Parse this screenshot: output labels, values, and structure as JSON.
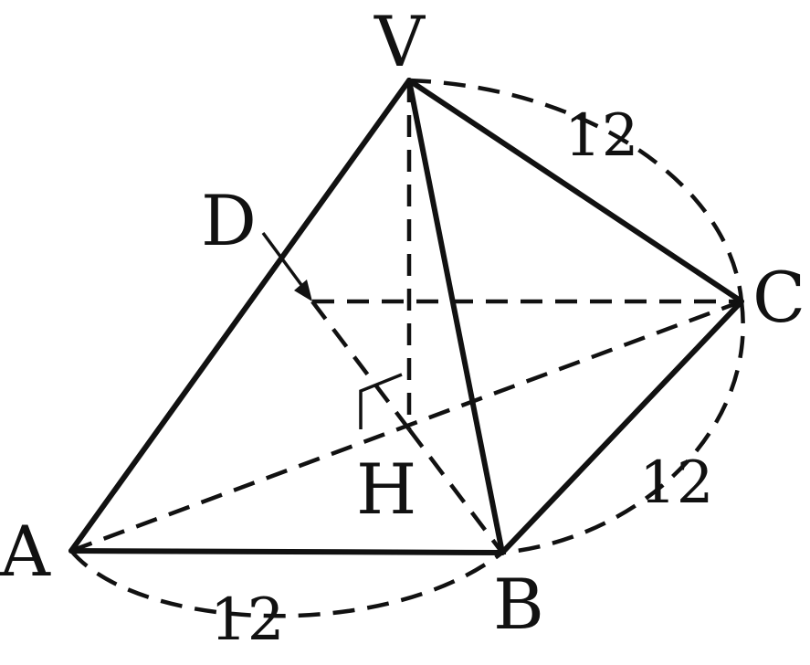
{
  "figure": {
    "vertices": {
      "V": "V",
      "A": "A",
      "B": "B",
      "C": "C",
      "D": "D",
      "H": "H"
    },
    "edge_labels": {
      "VC": "12",
      "BC": "12",
      "AB": "12"
    },
    "colors": {
      "ink": "#111111",
      "background": "#ffffff"
    }
  }
}
